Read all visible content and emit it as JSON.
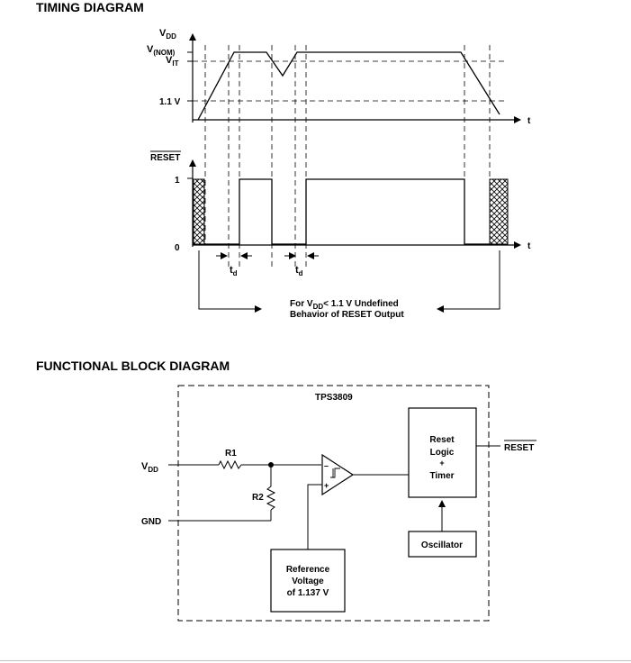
{
  "timing": {
    "title": "TIMING DIAGRAM",
    "vdd": {
      "base": "V",
      "sub": "DD"
    },
    "vnom": {
      "base": "V",
      "sub": "(NOM)"
    },
    "vit": {
      "base": "V",
      "sub": "IT"
    },
    "v11": "1.1 V",
    "t_label": "t",
    "reset_label": "RESET",
    "level_one": "1",
    "level_zero": "0",
    "td": {
      "base": "t",
      "sub": "d"
    },
    "note_line1_a": "For V",
    "note_line1_sub": "DD",
    "note_line1_b": "< 1.1 V Undefined",
    "note_line2": "Behavior of RESET Output"
  },
  "block": {
    "title": "FUNCTIONAL BLOCK DIAGRAM",
    "chip": "TPS3809",
    "vdd": {
      "base": "V",
      "sub": "DD"
    },
    "gnd": "GND",
    "r1": "R1",
    "r2": "R2",
    "comp_minus": "–",
    "comp_plus": "+",
    "reset_logic": [
      "Reset",
      "Logic",
      "+",
      "Timer"
    ],
    "reset_out": "RESET",
    "oscillator": "Oscillator",
    "reference": [
      "Reference",
      "Voltage",
      "of 1.137 V"
    ]
  }
}
